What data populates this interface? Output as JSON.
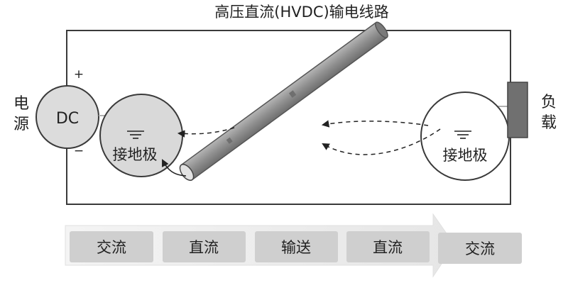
{
  "title": "高压直流(HVDC)输电线路",
  "source": {
    "label": "DC",
    "side_label": [
      "电",
      "源"
    ],
    "plus": "+",
    "minus": "−"
  },
  "load": {
    "side_label": [
      "负",
      "载"
    ]
  },
  "left_electrode": {
    "label": "接地极"
  },
  "right_electrode": {
    "label": "接地极"
  },
  "process_steps": [
    "交流",
    "直流",
    "输送",
    "直流",
    "交流"
  ],
  "colors": {
    "cable": "#8c8c8c",
    "step_box": "#cfcfcf",
    "load_box": "#707070",
    "outline": "#3a3a3a"
  }
}
